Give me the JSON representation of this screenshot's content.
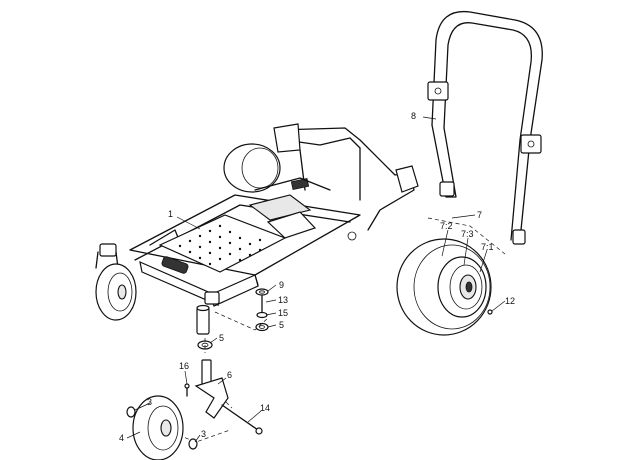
{
  "callouts": {
    "c1": "1",
    "c3a": "3",
    "c3b": "3",
    "c4": "4",
    "c5a": "5",
    "c5b": "5",
    "c6": "6",
    "c7": "7",
    "c7_1": "7:1",
    "c7_2": "7:2",
    "c7_3": "7:3",
    "c8": "8",
    "c9": "9",
    "c12": "12",
    "c13": "13",
    "c14": "14",
    "c15": "15",
    "c16": "16"
  },
  "colors": {
    "line": "#111111",
    "background": "#ffffff"
  }
}
